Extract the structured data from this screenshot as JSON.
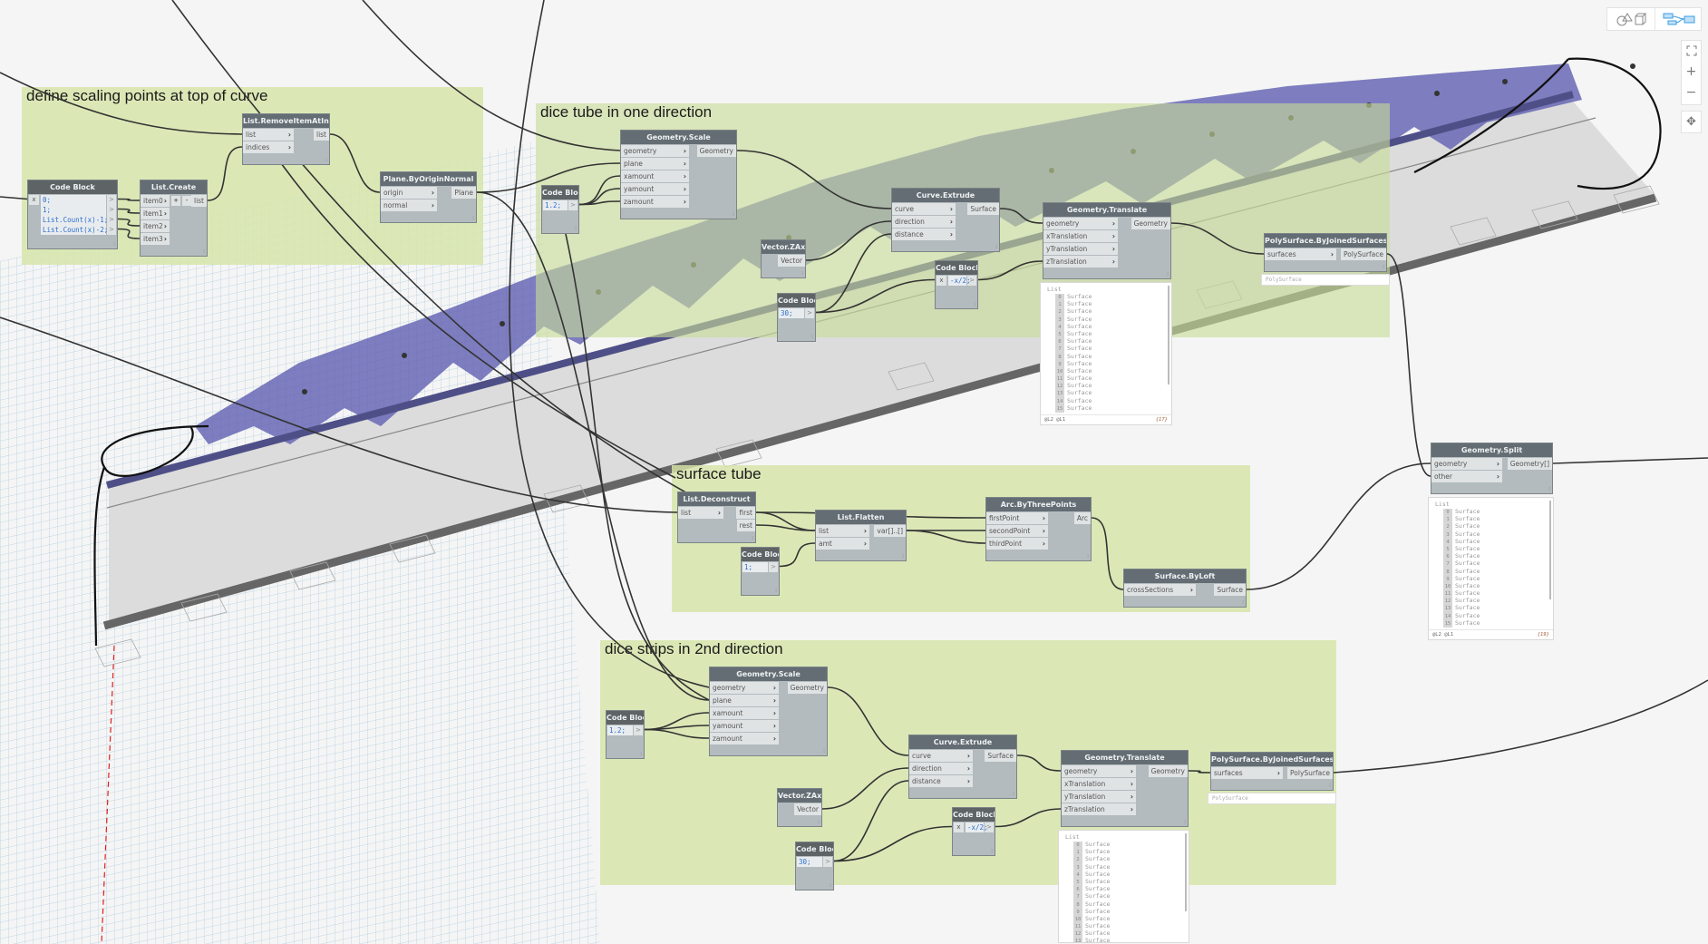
{
  "groups": {
    "g1": "define scaling points at top of curve",
    "g2": "dice tube in one direction",
    "g3": "surface tube",
    "g4": "dice strips in 2nd direction"
  },
  "nodes": [
    {
      "id": "cb1",
      "title": "Code Block",
      "type": "code",
      "input": "x",
      "code": [
        "0;",
        "1;",
        "List.Count(x)-1;",
        "List.Count(x)-2;"
      ]
    },
    {
      "id": "lc",
      "title": "List.Create",
      "inputs": [
        "item0",
        "item1",
        "item2",
        "item3"
      ],
      "outputs": [
        "list"
      ],
      "extras": [
        "+",
        "-"
      ]
    },
    {
      "id": "rem",
      "title": "List.RemoveItemAtIndex",
      "inputs": [
        "list",
        "indices"
      ],
      "outputs": [
        "list"
      ]
    },
    {
      "id": "plane",
      "title": "Plane.ByOriginNormal",
      "inputs": [
        "origin",
        "normal"
      ],
      "outputs": [
        "Plane"
      ]
    },
    {
      "id": "cb2",
      "title": "Code Block",
      "type": "code",
      "code": [
        "1.2;"
      ]
    },
    {
      "id": "gs1",
      "title": "Geometry.Scale",
      "inputs": [
        "geometry",
        "plane",
        "xamount",
        "yamount",
        "zamount"
      ],
      "outputs": [
        "Geometry"
      ]
    },
    {
      "id": "vz1",
      "title": "Vector.ZAxis",
      "inputs": [],
      "outputs": [
        "Vector"
      ]
    },
    {
      "id": "cb3",
      "title": "Code Block",
      "type": "code",
      "code": [
        "30;"
      ]
    },
    {
      "id": "ce1",
      "title": "Curve.Extrude",
      "inputs": [
        "curve",
        "direction",
        "distance"
      ],
      "outputs": [
        "Surface"
      ]
    },
    {
      "id": "cbx1",
      "title": "Code Block",
      "type": "code",
      "input": "x",
      "code": [
        "-x/2;"
      ]
    },
    {
      "id": "gt1",
      "title": "Geometry.Translate",
      "inputs": [
        "geometry",
        "xTranslation",
        "yTranslation",
        "zTranslation"
      ],
      "outputs": [
        "Geometry"
      ],
      "preview": {
        "header": "List",
        "items": [
          "Surface",
          "Surface",
          "Surface",
          "Surface",
          "Surface",
          "Surface",
          "Surface",
          "Surface",
          "Surface",
          "Surface",
          "Surface",
          "Surface",
          "Surface",
          "Surface",
          "Surface",
          "Surface"
        ],
        "levels": "@L2 @L1",
        "count": "{17}"
      }
    },
    {
      "id": "ps1",
      "title": "PolySurface.ByJoinedSurfaces",
      "inputs": [
        "surfaces"
      ],
      "outputs": [
        "PolySurface"
      ],
      "value": "PolySurface"
    },
    {
      "id": "dec",
      "title": "List.Deconstruct",
      "inputs": [
        "list"
      ],
      "outputs": [
        "first",
        "rest"
      ]
    },
    {
      "id": "flat",
      "title": "List.Flatten",
      "inputs": [
        "list",
        "amt"
      ],
      "outputs": [
        "var[]..[]"
      ]
    },
    {
      "id": "cb4",
      "title": "Code Block",
      "type": "code",
      "code": [
        "1;"
      ]
    },
    {
      "id": "arc",
      "title": "Arc.ByThreePoints",
      "inputs": [
        "firstPoint",
        "secondPoint",
        "thirdPoint"
      ],
      "outputs": [
        "Arc"
      ]
    },
    {
      "id": "loft",
      "title": "Surface.ByLoft",
      "inputs": [
        "crossSections"
      ],
      "outputs": [
        "Surface"
      ]
    },
    {
      "id": "split",
      "title": "Geometry.Split",
      "inputs": [
        "geometry",
        "other"
      ],
      "outputs": [
        "Geometry[]"
      ],
      "preview": {
        "header": "List",
        "items": [
          "Surface",
          "Surface",
          "Surface",
          "Surface",
          "Surface",
          "Surface",
          "Surface",
          "Surface",
          "Surface",
          "Surface",
          "Surface",
          "Surface",
          "Surface",
          "Surface",
          "Surface",
          "Surface"
        ],
        "levels": "@L2 @L1",
        "count": "{19}"
      }
    },
    {
      "id": "cb5",
      "title": "Code Block",
      "type": "code",
      "code": [
        "1.2;"
      ]
    },
    {
      "id": "gs2",
      "title": "Geometry.Scale",
      "inputs": [
        "geometry",
        "plane",
        "xamount",
        "yamount",
        "zamount"
      ],
      "outputs": [
        "Geometry"
      ]
    },
    {
      "id": "vz2",
      "title": "Vector.ZAxis",
      "inputs": [],
      "outputs": [
        "Vector"
      ]
    },
    {
      "id": "cb6",
      "title": "Code Block",
      "type": "code",
      "code": [
        "30;"
      ]
    },
    {
      "id": "ce2",
      "title": "Curve.Extrude",
      "inputs": [
        "curve",
        "direction",
        "distance"
      ],
      "outputs": [
        "Surface"
      ]
    },
    {
      "id": "cbx2",
      "title": "Code Block",
      "type": "code",
      "input": "x",
      "code": [
        "-x/2;"
      ]
    },
    {
      "id": "gt2",
      "title": "Geometry.Translate",
      "inputs": [
        "geometry",
        "xTranslation",
        "yTranslation",
        "zTranslation"
      ],
      "outputs": [
        "Geometry"
      ],
      "preview": {
        "header": "List",
        "items": [
          "Surface",
          "Surface",
          "Surface",
          "Surface",
          "Surface",
          "Surface",
          "Surface",
          "Surface",
          "Surface",
          "Surface",
          "Surface",
          "Surface",
          "Surface",
          "Surface",
          "Surface"
        ],
        "levels": "",
        "count": ""
      }
    },
    {
      "id": "ps2",
      "title": "PolySurface.ByJoinedSurfaces",
      "inputs": [
        "surfaces"
      ],
      "outputs": [
        "PolySurface"
      ],
      "value": "PolySurface"
    }
  ],
  "view_toolbar": {
    "icons": [
      "geometry-view-icon",
      "graph-view-icon",
      "zoom-to-fit-icon",
      "zoom-in-icon",
      "zoom-out-icon",
      "pan-icon"
    ],
    "active": "graph-view",
    "accent": "#3b9de0"
  },
  "colors": {
    "group": "#d6e5a8",
    "node_header": "#646d73",
    "node_body": "#b3bbbe",
    "surface": "#6767b5",
    "code": "#2a6fd1"
  }
}
